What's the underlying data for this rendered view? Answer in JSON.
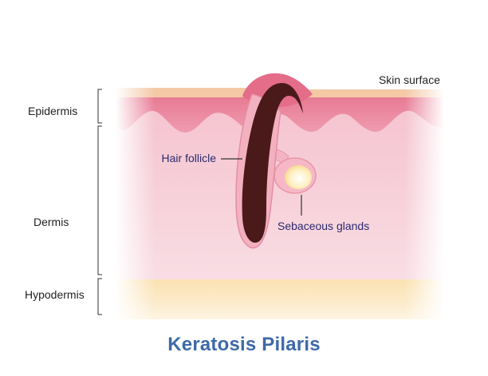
{
  "title": "Keratosis Pilaris",
  "labels": {
    "skin_surface": "Skin surface",
    "epidermis": "Epidermis",
    "dermis": "Dermis",
    "hypodermis": "Hypodermis",
    "hair_follicle": "Hair follicle",
    "sebaceous_glands": "Sebaceous glands"
  },
  "colors": {
    "surface": "#f3c9a6",
    "epidermis": "#e9829a",
    "dermis": "#f7d1da",
    "hypodermis": "#fbe3b6",
    "hair": "#4a1a1a",
    "follicle": "#f0a3b3",
    "gland": "#fdf3cc",
    "title": "#3d6aa8",
    "callout_text": "#2b2a6e"
  }
}
